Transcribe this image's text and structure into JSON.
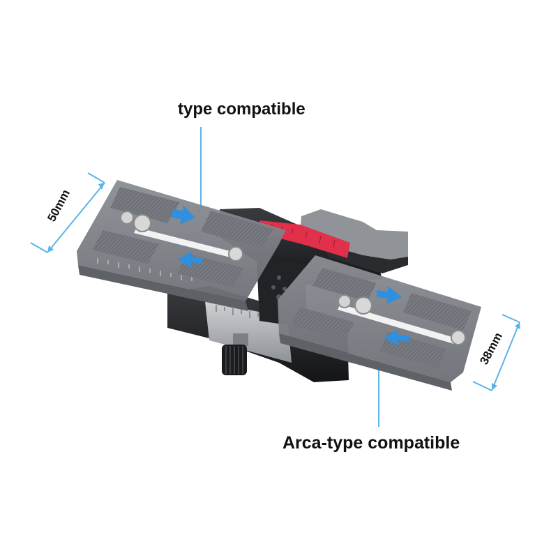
{
  "labels": {
    "top": "type compatible",
    "bottom": "Arca-type compatible"
  },
  "dimensions": {
    "left": "50mm",
    "right": "38mm"
  },
  "watermark": "",
  "colors": {
    "callout_line": "#5ab4e6",
    "arrow_blue": "#2f8fe0",
    "rail_red": "#e0304a",
    "plate_gray": "#7d8086",
    "body_black": "#1f2023"
  }
}
